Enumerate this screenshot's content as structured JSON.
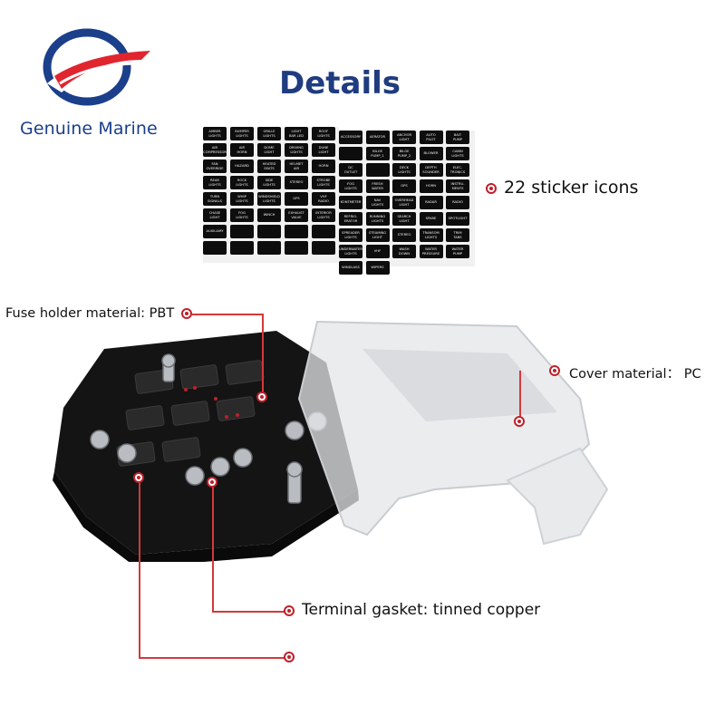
{
  "brand": {
    "name": "Genuine Marine"
  },
  "heading": "Details",
  "colors": {
    "brand_blue": "#1b3f8b",
    "brand_red": "#e0252f",
    "callout_red": "#c0202a"
  },
  "sticker_sheet_left": [
    "AMBER\nLIGHTS",
    "BUMPER\nLIGHTS",
    "GRILLE\nLIGHTS",
    "LIGHT\nBAR LED",
    "ROOF\nLIGHTS",
    "AIR\nCOMPRESSOR",
    "AIR\nHORN",
    "DOME\nLIGHT",
    "DRIVING\nLIGHTS",
    "DUNE\nLIGHT",
    "FAN\nOVERRIDE",
    "HAZARD",
    "HEATED\nSEATS",
    "HELMET\nAIR",
    "HORN",
    "REAR\nLIGHTS",
    "ROCK\nLIGHTS",
    "SIDE\nLIGHTS",
    "STEREO",
    "STROBE\nLIGHTS",
    "TURN\nSIGNALS",
    "WHIP\nLIGHTS",
    "WINDSHIELD\nLIGHTS",
    "GPS",
    "VHF\nRADIO",
    "CHASE\nLIGHT",
    "FOG\nLIGHTS",
    "WINCH",
    "EXHAUST\nVALVE",
    "INTERIOR\nLIGHTS",
    "AUXILIARY",
    "",
    "",
    "",
    "",
    "",
    "",
    "",
    "",
    ""
  ],
  "sticker_sheet_right": [
    "ACCESSORY",
    "AERATOR",
    "ANCHOR\nLIGHT",
    "AUTO\nPILOT",
    "BAIT\nPUMP",
    "",
    "BILGE\nPUMP_1",
    "BILGE\nPUMP_2",
    "BLOWER",
    "CABIN\nLIGHTS",
    "DC\nOUTLET",
    "",
    "DECK\nLIGHTS",
    "DEPTH\nSOUNDER",
    "ELEC-\nTRONICS",
    "FOG\nLIGHTS",
    "FRESH\nWATER",
    "GPS",
    "HORN",
    "INSTRU-\nMENTS",
    "KONTMETER",
    "NAV\nLIGHTS",
    "OVERHEAD\nLIGHT",
    "RADAR",
    "RADIO",
    "REFRIG-\nERATOR",
    "RUNNING\nLIGHTS",
    "SEARCH\nLIGHT",
    "SPARE",
    "SPOTLIGHT",
    "SPREADER\nLIGHTS",
    "STEAMING\nLIGHT",
    "STEREO",
    "TRANSOM\nLIGHTS",
    "TRIM\nTABS",
    "UNDERWATER\nLIGHTS",
    "VHF",
    "WASH\nDOWN",
    "WATER\nPRESSURE",
    "WATER\nPUMP",
    "WINDLASS",
    "WIPERS"
  ],
  "callouts": {
    "stickers": "22 sticker icons",
    "fuse_holder": "Fuse holder material: PBT",
    "cover": "Cover material： PC",
    "terminal": "Terminal gasket: tinned copper",
    "bottom": ""
  }
}
